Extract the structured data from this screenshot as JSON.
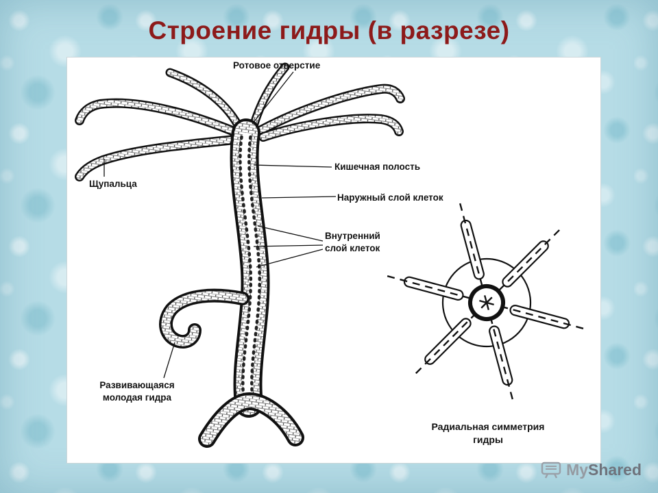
{
  "slide": {
    "title": "Строение гидры (в разрезе)"
  },
  "labels": {
    "mouth": "Ротовое отверстие",
    "tentacles": "Щупальца",
    "gut_cavity": "Кишечная полость",
    "outer_cell_layer": "Наружный слой клеток",
    "inner_cell_layer": "Внутренний слой клеток",
    "developing_bud": "Развивающаяся молодая гидра",
    "radial_symmetry": "Радиальная симметрия гидры"
  },
  "watermark": {
    "prefix": "My",
    "suffix": "Shared"
  },
  "colors": {
    "title": "#8d1a1a",
    "background": "#b6dce6",
    "panel": "#ffffff",
    "ink": "#111111",
    "watermark": "#959aa1"
  }
}
